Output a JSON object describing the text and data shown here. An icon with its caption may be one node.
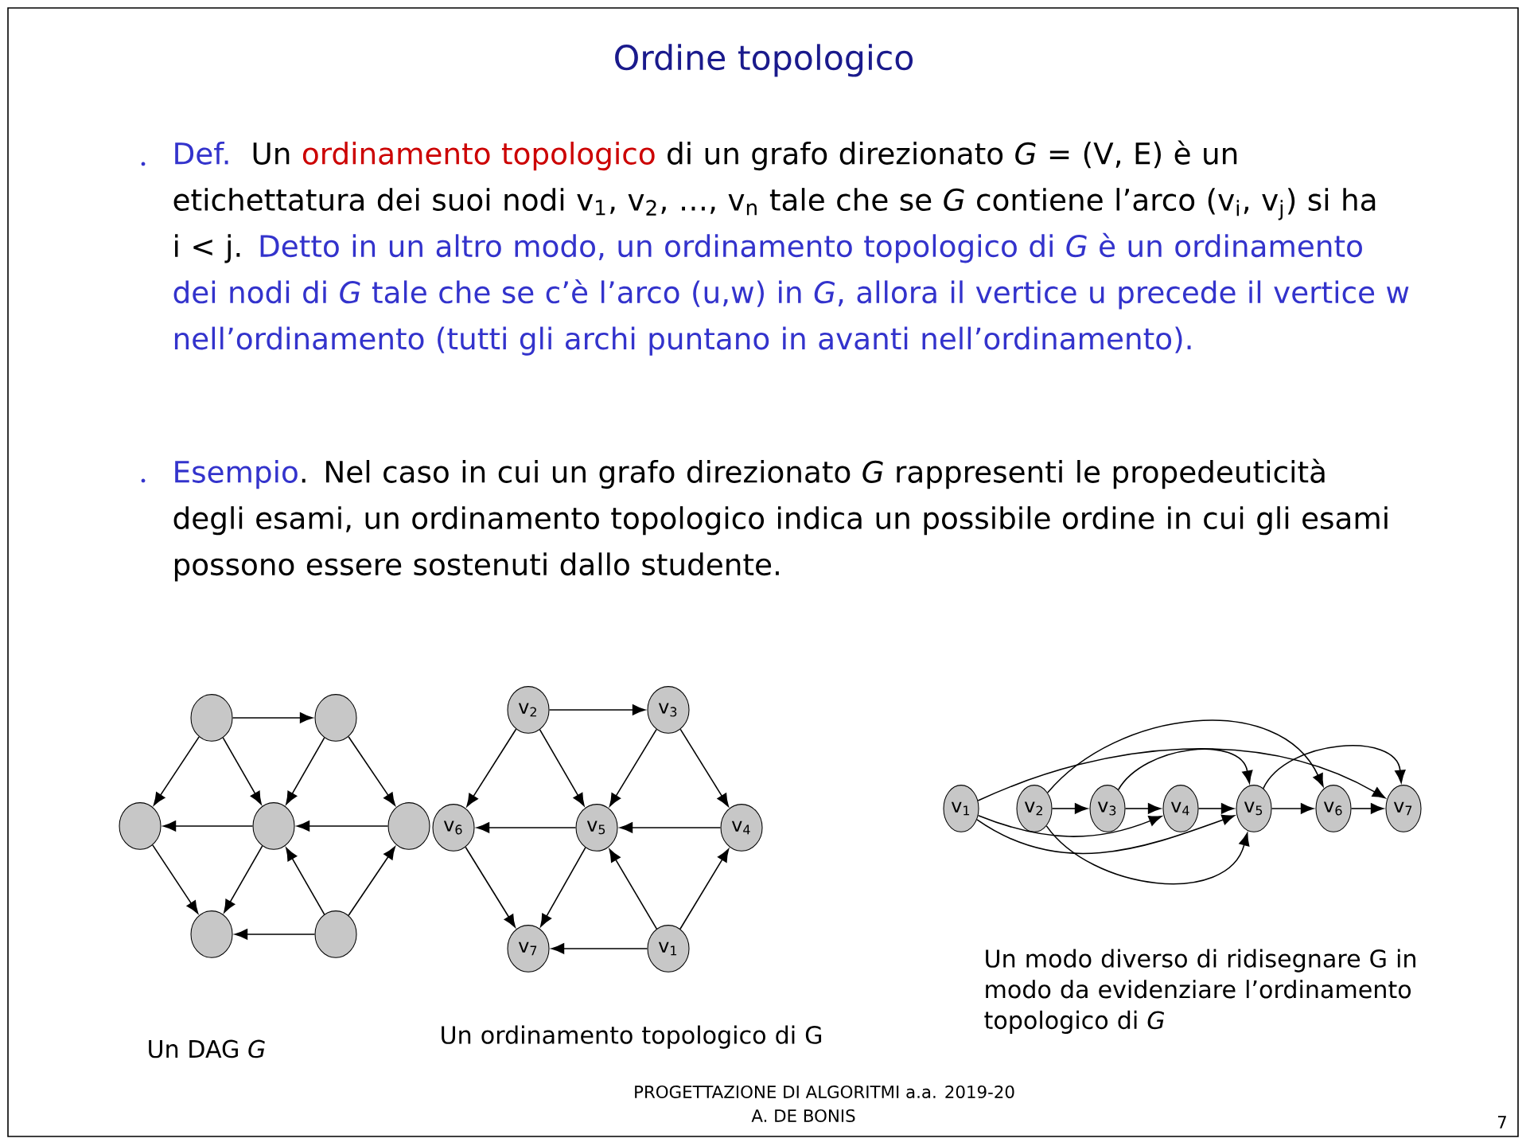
{
  "diagram": {
    "title": "Ordine topologico",
    "nodes": [
      {
        "text": [],
        "shape": "circle"
      },
      {
        "text": [],
        "shape": "circle"
      },
      {
        "text": [],
        "shape": "circle"
      },
      {
        "text": [],
        "shape": "circle"
      },
      {
        "text": [],
        "shape": "circle"
      },
      {
        "text": [],
        "shape": "circle"
      },
      {
        "text": [],
        "shape": "circle"
      },
      {
        "text": [
          "v$_{2}$"
        ]
      },
      {
        "text": [
          "v$_{3}$"
        ]
      },
      {
        "text": [
          "v$_{6}$"
        ]
      },
      {
        "text": [
          "v$_{5}$"
        ]
      },
      {
        "text": [
          "v$_{4}$"
        ]
      },
      {
        "text": [
          "v$_{7}$"
        ]
      },
      {
        "text": [
          "v$_{1}$"
        ]
      },
      {
        "text": [
          "v$_{1}$"
        ]
      },
      {
        "text": [
          "v$_{2}$"
        ]
      },
      {
        "text": [
          "v$_{3}$"
        ]
      },
      {
        "text": [
          "v$_{4}$"
        ]
      },
      {
        "text": [
          "v$_{5}$"
        ]
      },
      {
        "text": [
          "v$_{6}$"
        ]
      },
      {
        "text": [
          "v$_{7}$"
        ]
      }
    ],
    "edges": [
      {
        "from": 0,
        "to": 1,
        "arrow": "to"
      },
      {
        "from": 0,
        "to": 2,
        "arrow": "to"
      },
      {
        "from": 0,
        "to": 3,
        "arrow": "to"
      },
      {
        "from": 1,
        "to": 3,
        "arrow": "to"
      },
      {
        "from": 1,
        "to": 4,
        "arrow": "to"
      },
      {
        "from": 4,
        "to": 3,
        "arrow": "to"
      },
      {
        "from": 3,
        "to": 2,
        "arrow": "to"
      },
      {
        "from": 3,
        "to": 5,
        "arrow": "to"
      },
      {
        "from": 2,
        "to": 5,
        "arrow": "to"
      },
      {
        "from": 6,
        "to": 3,
        "arrow": "to"
      },
      {
        "from": 6,
        "to": 4,
        "arrow": "to"
      },
      {
        "from": 6,
        "to": 5,
        "arrow": "to"
      },
      {
        "from": 7,
        "to": 8,
        "arrow": "to"
      },
      {
        "from": 7,
        "to": 9,
        "arrow": "to"
      },
      {
        "from": 7,
        "to": 10,
        "arrow": "to"
      },
      {
        "from": 8,
        "to": 10,
        "arrow": "to"
      },
      {
        "from": 8,
        "to": 11,
        "arrow": "to"
      },
      {
        "from": 11,
        "to": 10,
        "arrow": "to"
      },
      {
        "from": 10,
        "to": 9,
        "arrow": "to"
      },
      {
        "from": 10,
        "to": 12,
        "arrow": "to"
      },
      {
        "from": 9,
        "to": 12,
        "arrow": "to"
      },
      {
        "from": 13,
        "to": 10,
        "arrow": "to"
      },
      {
        "from": 13,
        "to": 11,
        "arrow": "to"
      },
      {
        "from": 13,
        "to": 12,
        "arrow": "to"
      },
      {
        "from": 14,
        "to": 17,
        "arrow": "to"
      },
      {
        "from": 14,
        "to": 18,
        "arrow": "to"
      },
      {
        "from": 14,
        "to": 20,
        "arrow": "to"
      },
      {
        "from": 15,
        "to": 16,
        "arrow": "to"
      },
      {
        "from": 15,
        "to": 18,
        "arrow": "to"
      },
      {
        "from": 15,
        "to": 19,
        "arrow": "to"
      },
      {
        "from": 16,
        "to": 17,
        "arrow": "to"
      },
      {
        "from": 16,
        "to": 18,
        "arrow": "to"
      },
      {
        "from": 17,
        "to": 18,
        "arrow": "to"
      },
      {
        "from": 18,
        "to": 19,
        "arrow": "to"
      },
      {
        "from": 18,
        "to": 20,
        "arrow": "to"
      },
      {
        "from": 19,
        "to": 20,
        "arrow": "to"
      }
    ],
    "labels": [
      "Def.",
      "Un",
      "ordinamento topologico",
      "di un grafo direzionato *G* = (V, E) è un etichettatura dei suoi nodi v$_{1}$, v$_{2}$, …, v$_{n}$ tale che se *G* contiene l’arco (v$_{i}$, v$_{j}$) si ha i < j.",
      "Detto in un altro modo, un ordinamento topologico di *G* è un ordinamento dei nodi di *G* tale che se c’è l’arco (u,w) in *G*, allora il vertice u precede il vertice w nell’ordinamento (tutti gli archi puntano in avanti nell’ordinamento).",
      "Esempio",
      ". Nel caso in cui un grafo direzionato *G* rappresenti le propedeuticità degli esami, un ordinamento topologico indica  un possibile ordine in cui gli esami possono essere sostenuti dallo studente.",
      "Un  DAG *G*",
      "Un ordinamento topologico di G",
      "Un modo diverso di ridisegnare G in modo da evidenziare l’ordinamento topologico di *G*",
      "PROGETTAZIONE DI ALGORITMI  a.a. 2019-20",
      "A. DE BONIS",
      "7"
    ]
  }
}
